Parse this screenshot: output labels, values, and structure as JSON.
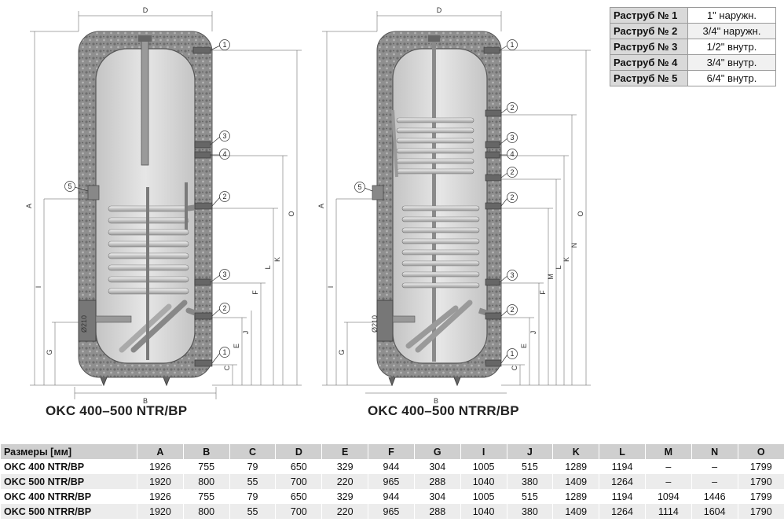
{
  "titles": [
    "OKC 400–500 NTR/BP",
    "OKC 400–500 NTRR/BP"
  ],
  "legend": [
    {
      "key": "Раструб № 1",
      "value": "1\" наружн."
    },
    {
      "key": "Раструб № 2",
      "value": "3/4\" наружн."
    },
    {
      "key": "Раструб № 3",
      "value": "1/2\" внутр."
    },
    {
      "key": "Раструб № 4",
      "value": "3/4\" внутр."
    },
    {
      "key": "Раструб № 5",
      "value": "6/4\" внутр."
    }
  ],
  "flange_label": "Ø210",
  "dim_letters": {
    "top": "D",
    "bottom": "B",
    "A": "A",
    "I": "I",
    "G": "G",
    "C": "C",
    "E": "E",
    "J": "J",
    "F": "F",
    "L": "L",
    "K": "K",
    "O": "O",
    "M": "M",
    "N": "N"
  },
  "table": {
    "headers": [
      "Размеры [мм]",
      "A",
      "B",
      "C",
      "D",
      "E",
      "F",
      "G",
      "I",
      "J",
      "K",
      "L",
      "M",
      "N",
      "O"
    ],
    "rows": [
      [
        "OKC 400 NTR/BP",
        "1926",
        "755",
        "79",
        "650",
        "329",
        "944",
        "304",
        "1005",
        "515",
        "1289",
        "1194",
        "–",
        "–",
        "1799"
      ],
      [
        "OKC 500 NTR/BP",
        "1920",
        "800",
        "55",
        "700",
        "220",
        "965",
        "288",
        "1040",
        "380",
        "1409",
        "1264",
        "–",
        "–",
        "1790"
      ],
      [
        "OKC 400 NTRR/BP",
        "1926",
        "755",
        "79",
        "650",
        "329",
        "944",
        "304",
        "1005",
        "515",
        "1289",
        "1194",
        "1094",
        "1446",
        "1799"
      ],
      [
        "OKC 500 NTRR/BP",
        "1920",
        "800",
        "55",
        "700",
        "220",
        "965",
        "288",
        "1040",
        "380",
        "1409",
        "1264",
        "1114",
        "1604",
        "1790"
      ]
    ]
  }
}
